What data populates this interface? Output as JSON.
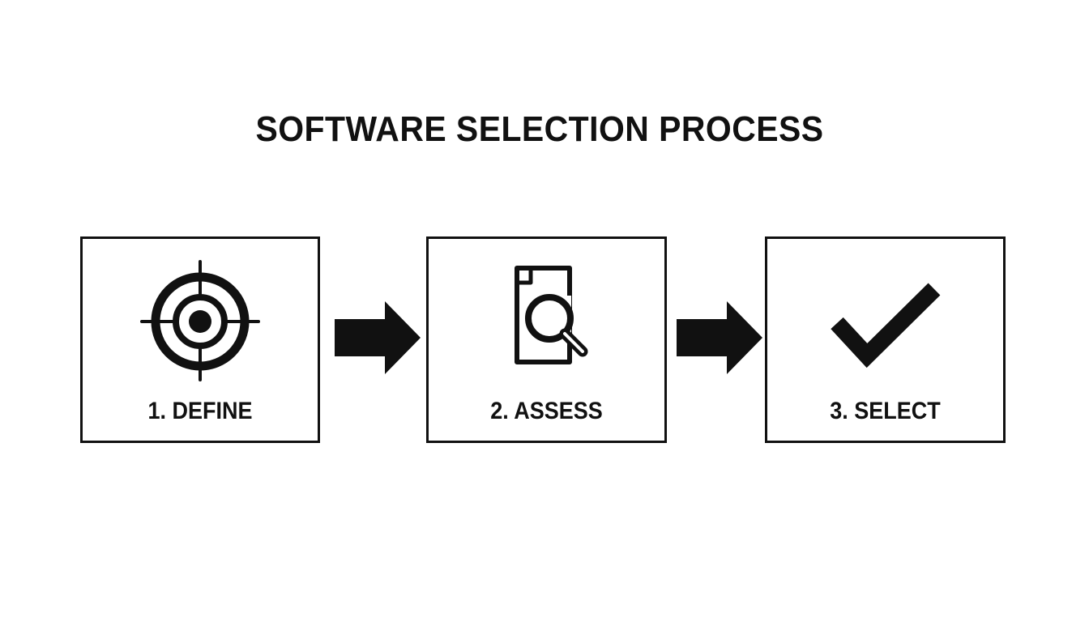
{
  "title": "SOFTWARE SELECTION PROCESS",
  "steps": [
    {
      "label": "1. DEFINE",
      "icon": "target-icon"
    },
    {
      "label": "2. ASSESS",
      "icon": "document-search-icon"
    },
    {
      "label": "3. SELECT",
      "icon": "checkmark-icon"
    }
  ],
  "connectors": [
    {
      "icon": "arrow-right-icon"
    },
    {
      "icon": "arrow-right-icon"
    }
  ],
  "colors": {
    "ink": "#111111",
    "background": "#ffffff"
  }
}
